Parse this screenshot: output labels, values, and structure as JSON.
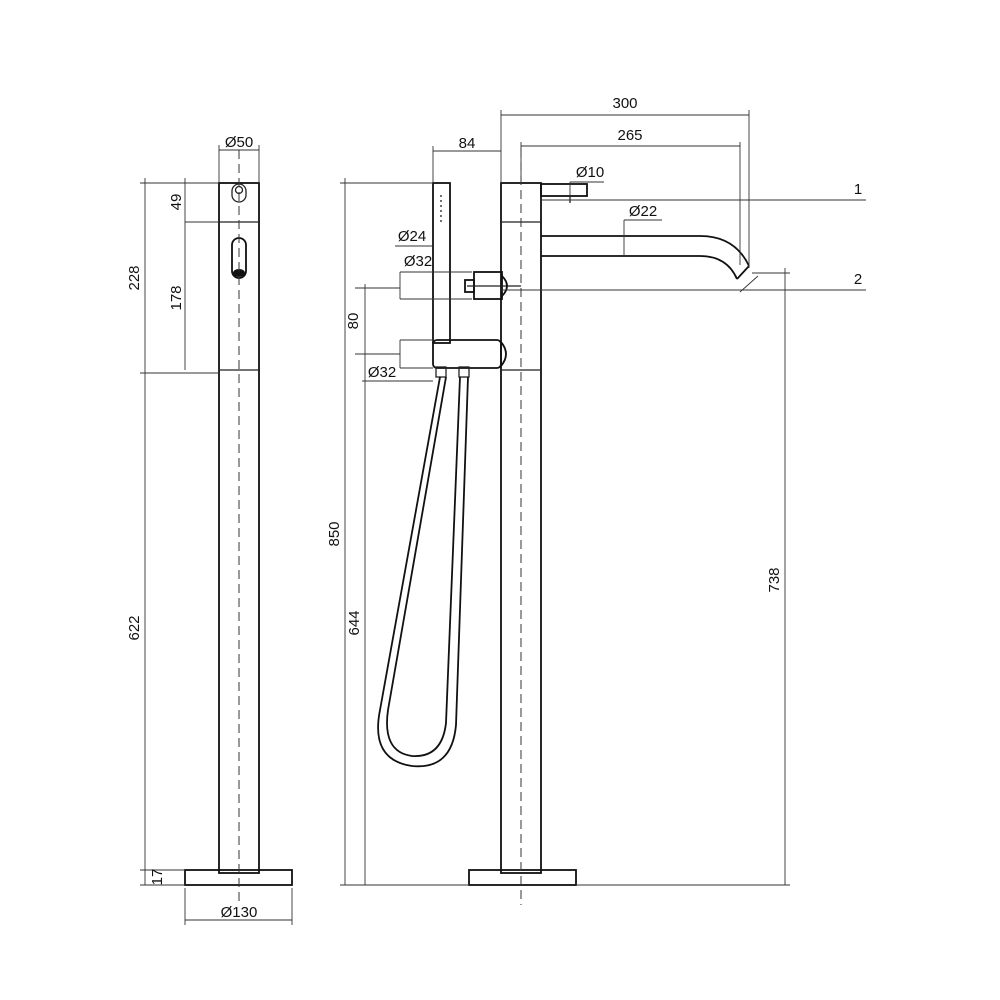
{
  "side_view": {
    "dims": {
      "dia_top": "Ø50",
      "height_upper": "228",
      "height_cap": "49",
      "height_spout": "178",
      "height_lower": "622",
      "height_base": "17",
      "dia_base": "Ø130"
    }
  },
  "front_view": {
    "dims": {
      "reach_total": "300",
      "reach_spout": "265",
      "offset_shower": "84",
      "dia_lever": "Ø10",
      "dia_spout": "Ø22",
      "dia_handshower": "Ø24",
      "dia_diverter": "Ø32",
      "dia_holder": "Ø32",
      "spacing_holder": "80",
      "height_total": "850",
      "height_holder": "644",
      "height_outlet": "738"
    },
    "callouts": [
      "1",
      "2"
    ]
  }
}
